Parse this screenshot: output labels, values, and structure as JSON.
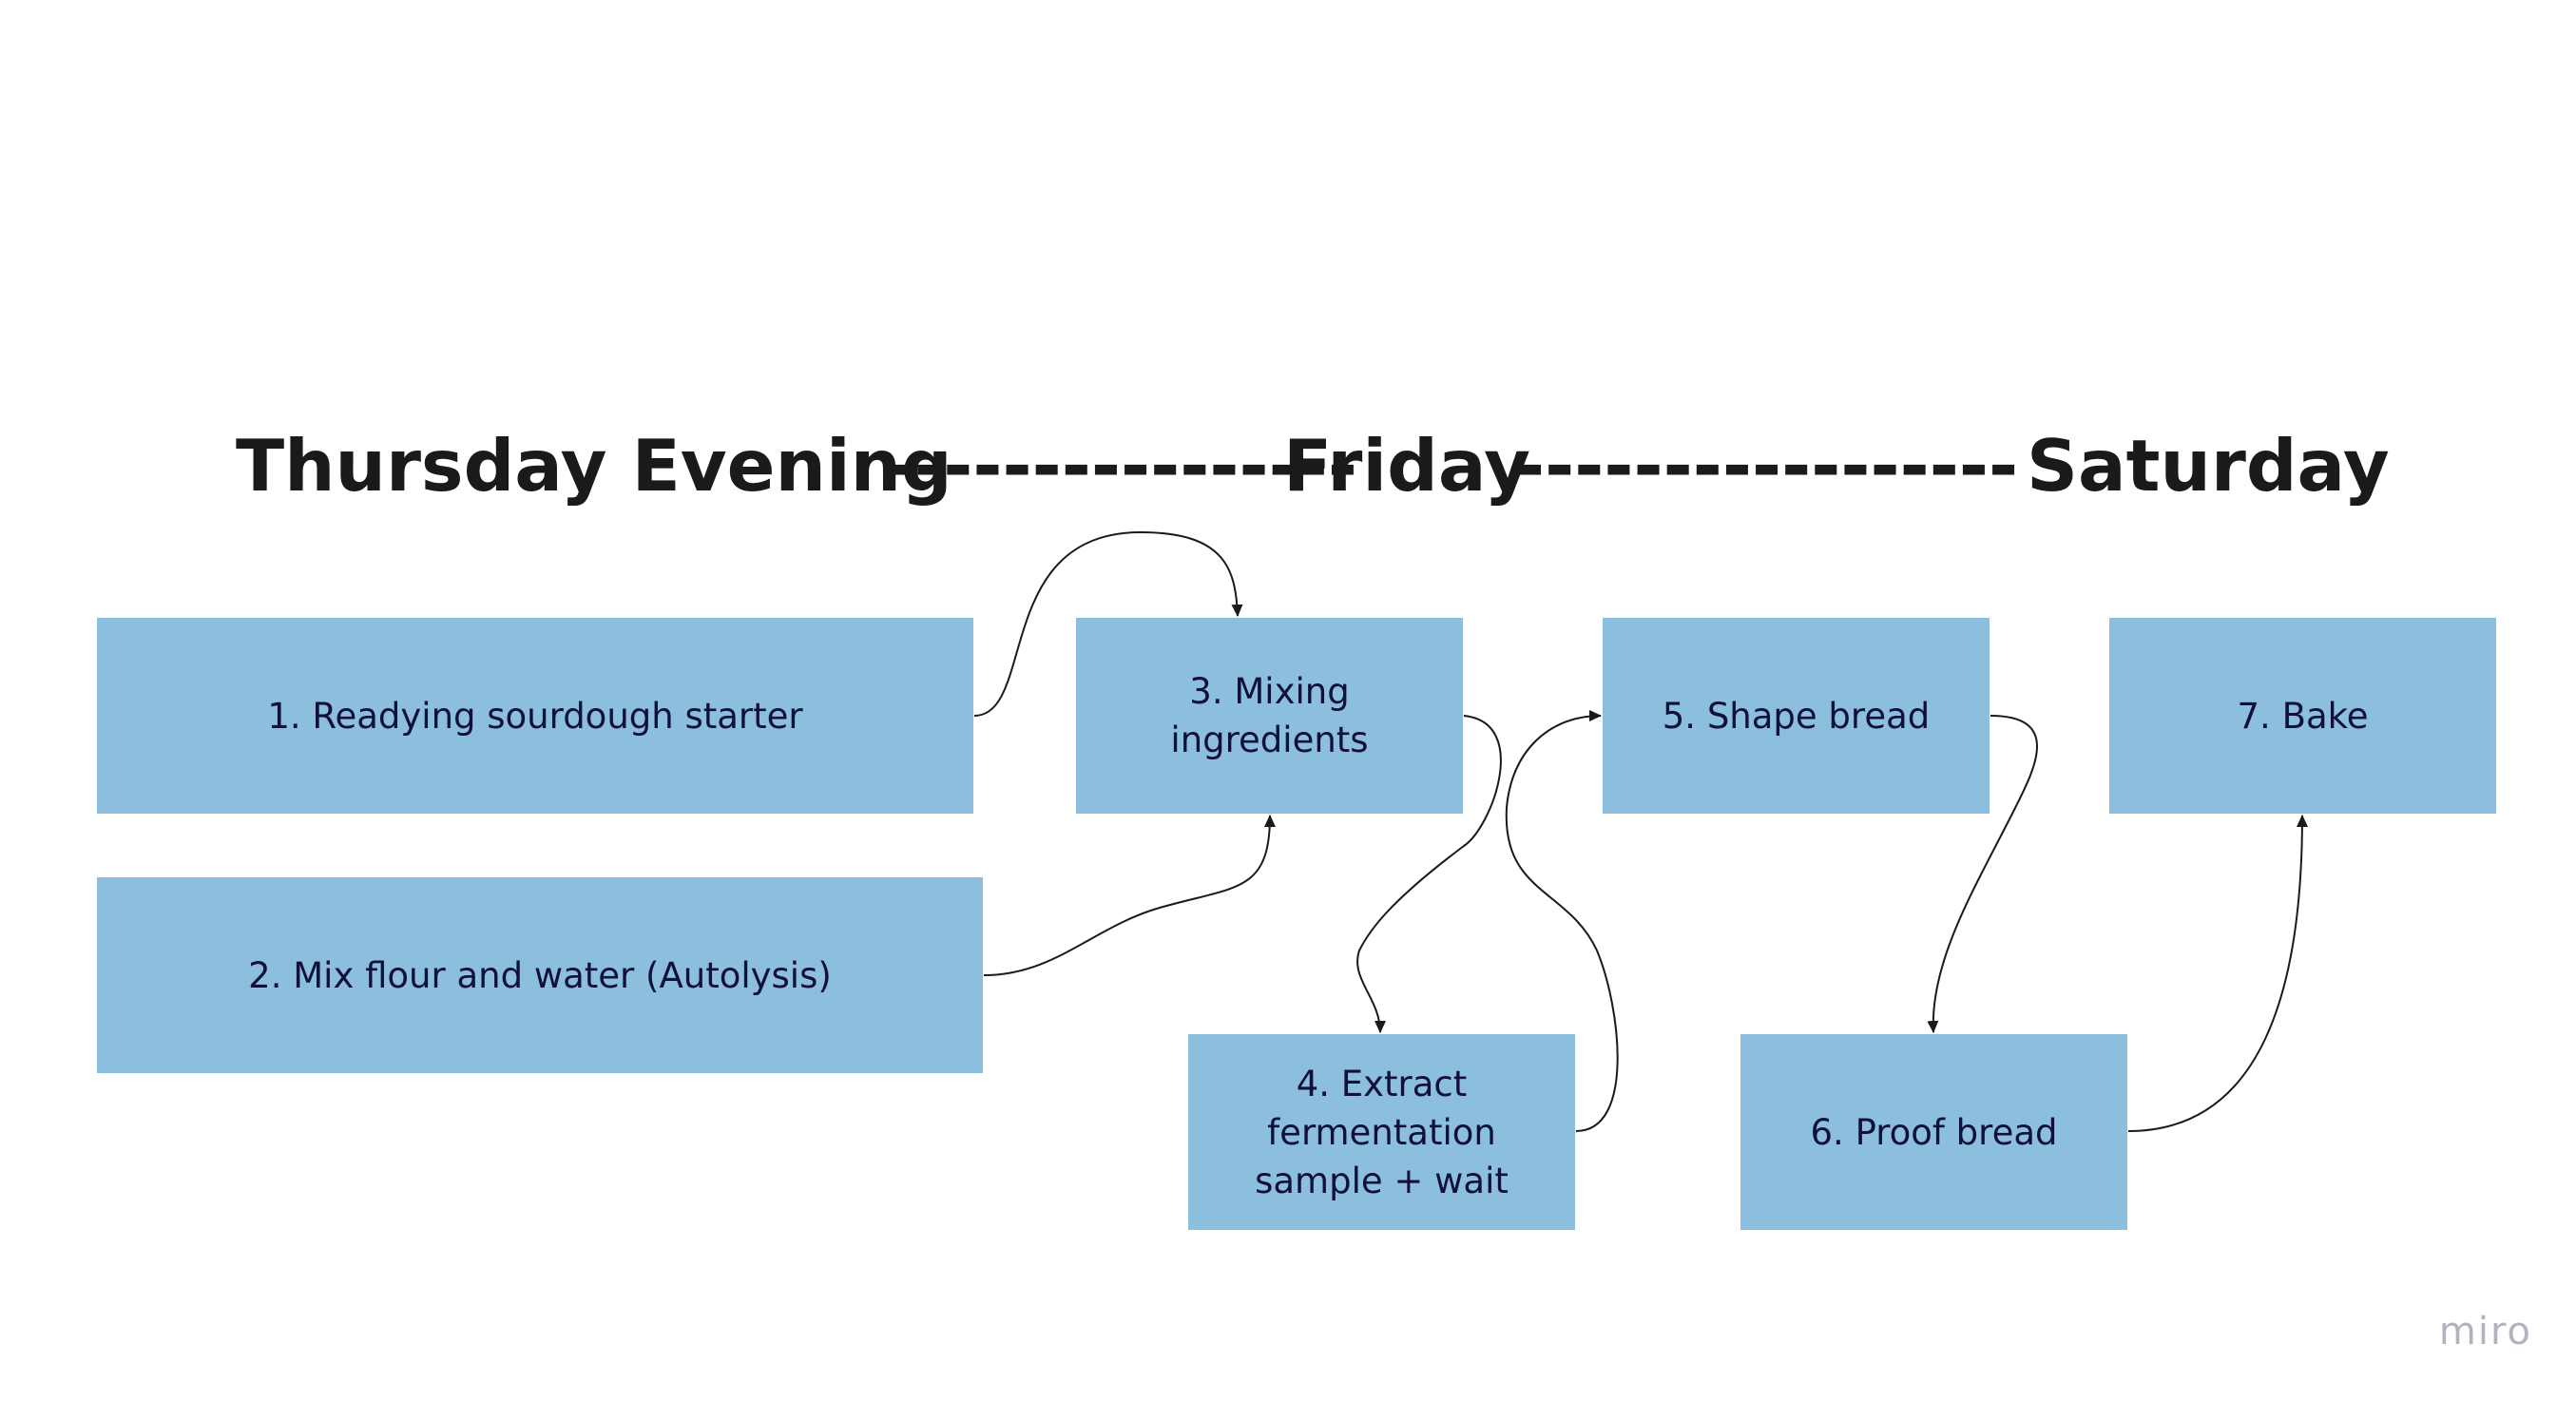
{
  "timeline": {
    "thursday": "Thursday Evening",
    "dash_left": "----------------",
    "friday": "Friday",
    "dash_right": "-----------------",
    "saturday": "Saturday"
  },
  "steps": [
    {
      "id": 1,
      "label": "1. Readying sourdough starter"
    },
    {
      "id": 2,
      "label": "2. Mix flour and water (Autolysis)"
    },
    {
      "id": 3,
      "label": "3. Mixing ingredients"
    },
    {
      "id": 4,
      "label": "4. Extract fermentation sample + wait"
    },
    {
      "id": 5,
      "label": "5. Shape bread"
    },
    {
      "id": 6,
      "label": "6. Proof bread"
    },
    {
      "id": 7,
      "label": "7. Bake"
    }
  ],
  "connections": [
    {
      "from": 1,
      "to": 3
    },
    {
      "from": 2,
      "to": 3
    },
    {
      "from": 3,
      "to": 4
    },
    {
      "from": 4,
      "to": 5
    },
    {
      "from": 5,
      "to": 6
    },
    {
      "from": 6,
      "to": 7
    }
  ],
  "colors": {
    "node_fill": "#8bbfdd",
    "node_text": "#10103a",
    "heading_text": "#1a1a1a",
    "connector": "#1a1a1a",
    "watermark": "#b3b3bf"
  },
  "brand": {
    "watermark": "miro"
  }
}
